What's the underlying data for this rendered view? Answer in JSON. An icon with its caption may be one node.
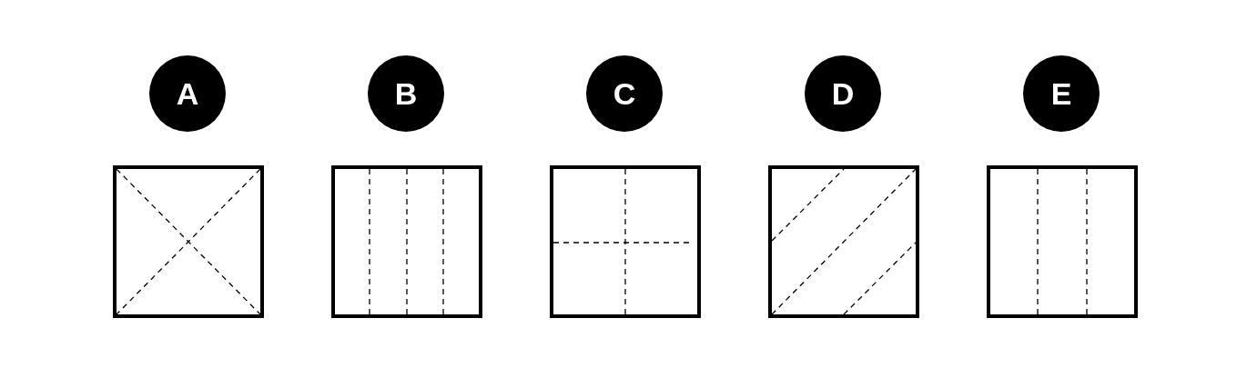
{
  "diagram": {
    "nodes": [
      {
        "text": [
          "A"
        ]
      },
      {
        "text": [
          "B"
        ]
      },
      {
        "text": [
          "C"
        ]
      },
      {
        "text": [
          "D"
        ]
      },
      {
        "text": [
          "E"
        ]
      },
      {
        "text": [],
        "shape": "box"
      },
      {
        "text": [],
        "shape": "box"
      },
      {
        "text": [],
        "shape": "box"
      },
      {
        "text": [],
        "shape": "box"
      },
      {
        "text": [],
        "shape": "box"
      }
    ]
  }
}
